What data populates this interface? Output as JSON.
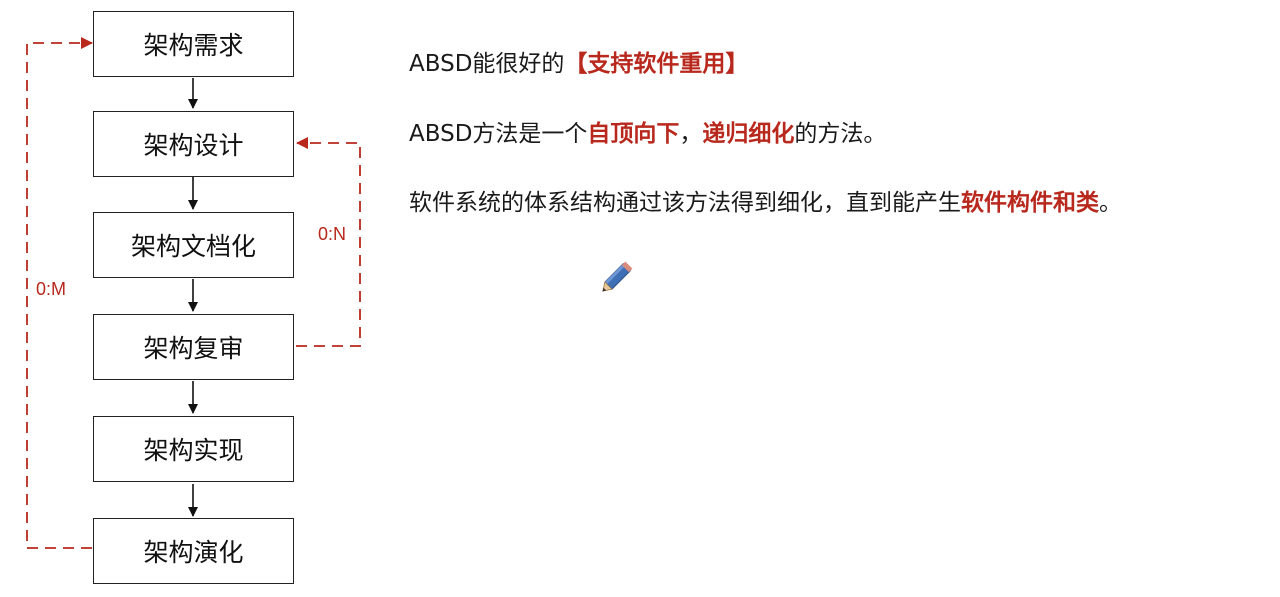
{
  "diagram": {
    "steps": [
      {
        "label": "架构需求"
      },
      {
        "label": "架构设计"
      },
      {
        "label": "架构文档化"
      },
      {
        "label": "架构复审"
      },
      {
        "label": "架构实现"
      },
      {
        "label": "架构演化"
      }
    ],
    "loops": {
      "inner": {
        "label": "0:N"
      },
      "outer": {
        "label": "0:M"
      }
    },
    "colors": {
      "loop": "#b8281d",
      "box_border": "#222222"
    }
  },
  "text": {
    "line1": {
      "part1": "ABSD能很好的",
      "highlight1": "【支持软件重用】"
    },
    "line2": {
      "part1": "ABSD方法是一个",
      "highlight1": "自顶向下",
      "part2": "，",
      "highlight2": "递归细化",
      "part3": "的方法。"
    },
    "line3": {
      "part1": "软件系统的体系结构通过该方法得到细化，直到能产生",
      "highlight1": "软件构件和类",
      "part2": "。"
    }
  },
  "decor": {
    "pencil_icon": "pencil-icon"
  }
}
